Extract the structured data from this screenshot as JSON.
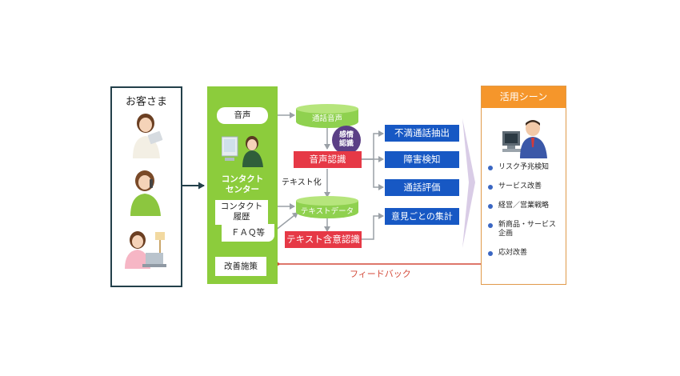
{
  "customers": {
    "title": "お客さま"
  },
  "center": {
    "voice": "音声",
    "label": "コンタクト\nセンター",
    "history": "コンタクト\n履歴",
    "faq": "ＦＡＱ等",
    "improvement": "改善施策"
  },
  "processing": {
    "call_audio": "通話音声",
    "emotion": "感情\n認識",
    "speech_recognition": "音声認識",
    "text_conversion": "テキスト化",
    "text_data": "テキストデータ",
    "text_intent": "テキスト含意認識"
  },
  "outputs": [
    "不満通話抽出",
    "障害検知",
    "通話評価",
    "意見ごとの集計"
  ],
  "scene": {
    "title": "活用シーン",
    "items": [
      "リスク予兆検知",
      "サービス改善",
      "経営／営業戦略",
      "新商品・サービス\n企画",
      "応対改善"
    ]
  },
  "feedback": "フィードバック",
  "colors": {
    "green": "#8ccc3c",
    "blue": "#1758c4",
    "red": "#e63946",
    "orange": "#f5962b",
    "purple": "#5b3f86"
  }
}
